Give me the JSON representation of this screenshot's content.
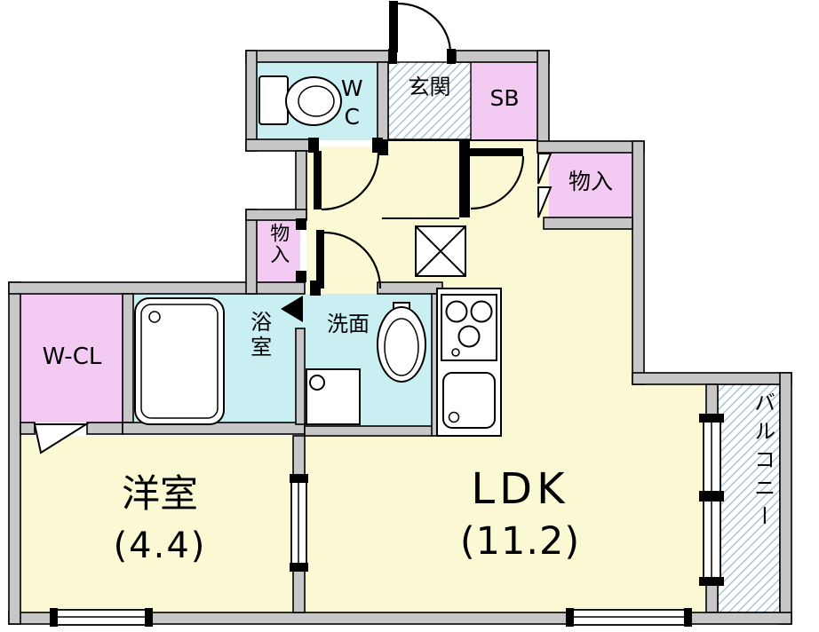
{
  "floorplan": {
    "rooms": {
      "wc": {
        "label": "WC"
      },
      "entrance": {
        "label": "玄関"
      },
      "shoe_box": {
        "label": "SB"
      },
      "storage_right": {
        "label": "物入"
      },
      "storage_left": {
        "label": "物入"
      },
      "bathroom": {
        "label": "浴室"
      },
      "washroom": {
        "label": "洗面"
      },
      "walk_in_closet": {
        "label": "W-CL"
      },
      "western_room": {
        "label": "洋室",
        "size": "(4.4)"
      },
      "ldk": {
        "label": "LDK",
        "size": "(11.2)"
      },
      "balcony": {
        "label": "バルコニー"
      }
    },
    "colors": {
      "floor_yellow": "#FAF9D4",
      "wet_cyan": "#C9EFF2",
      "storage_pink": "#F3CBF2",
      "wall_gray": "#C7C7C7",
      "tile_hatch": "#A7C3DB",
      "outline_black": "#000000"
    },
    "icons": {
      "toilet": "toilet-icon",
      "bathtub": "bathtub-icon",
      "washbasin": "washbasin-icon",
      "washing_machine": "washing-machine-pan-icon",
      "gas_stove": "gas-stove-icon",
      "kitchen_sink": "kitchen-sink-icon",
      "pipe_space": "pipe-space-x-icon",
      "swing_door": "swing-door-arc-icon",
      "sliding_window": "sliding-window-icon"
    }
  }
}
